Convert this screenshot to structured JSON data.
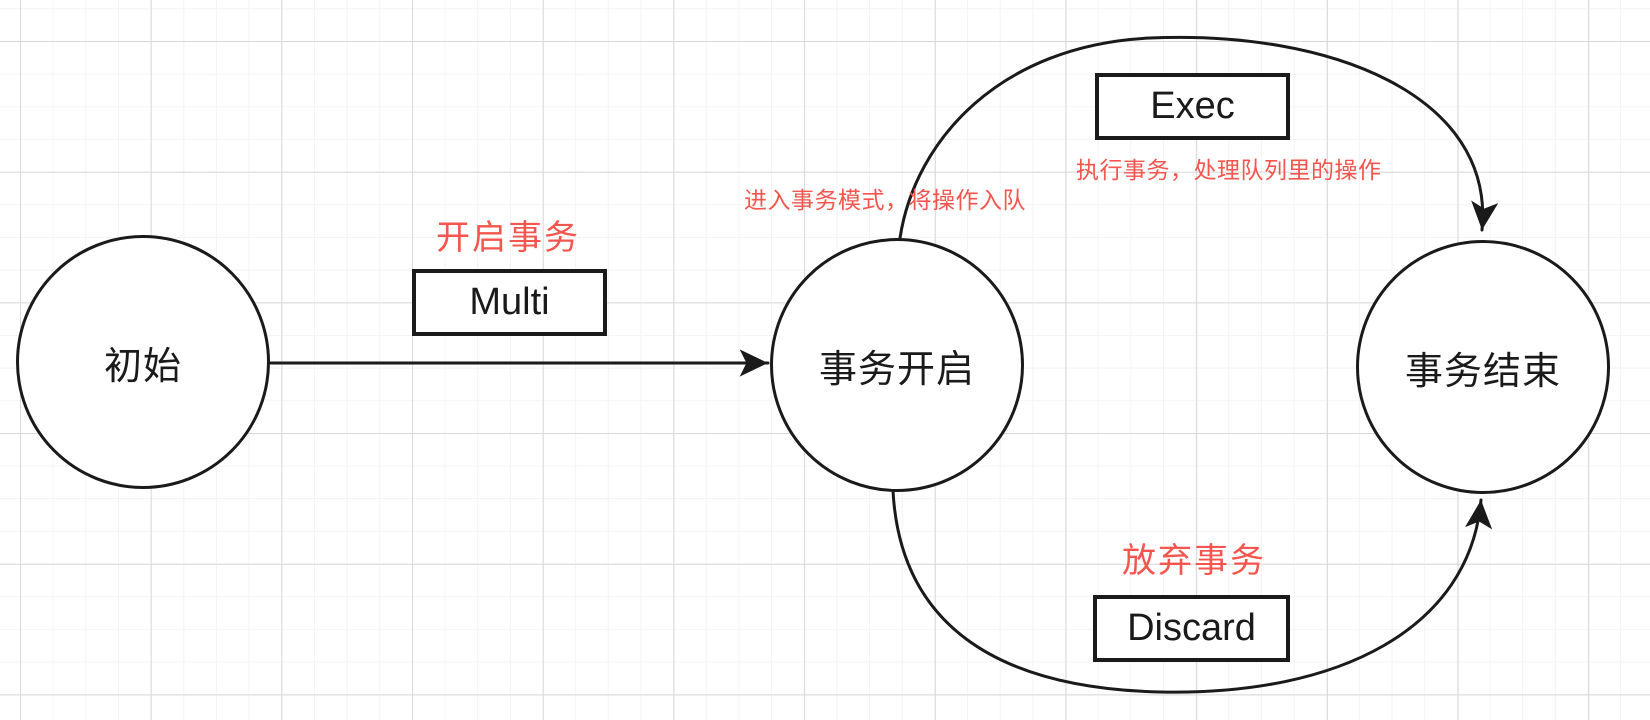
{
  "colors": {
    "annotation": "#f4554e",
    "stroke": "#1a1a1a",
    "grid_minor": "#f3f3f3",
    "grid_major": "#d8d8d8",
    "node_fill": "#ffffff"
  },
  "nodes": [
    {
      "id": "initial",
      "label": "初始"
    },
    {
      "id": "tx-open",
      "label": "事务开启"
    },
    {
      "id": "tx-end",
      "label": "事务结束"
    }
  ],
  "edges": [
    {
      "id": "multi",
      "command": "Multi",
      "annotation": "开启事务"
    },
    {
      "id": "exec",
      "command": "Exec",
      "annotation": "执行事务，处理队列里的操作"
    },
    {
      "id": "discard",
      "command": "Discard",
      "annotation": "放弃事务"
    }
  ],
  "notes": [
    {
      "id": "enqueue-note",
      "text": "进入事务模式，将操作入队"
    }
  ]
}
